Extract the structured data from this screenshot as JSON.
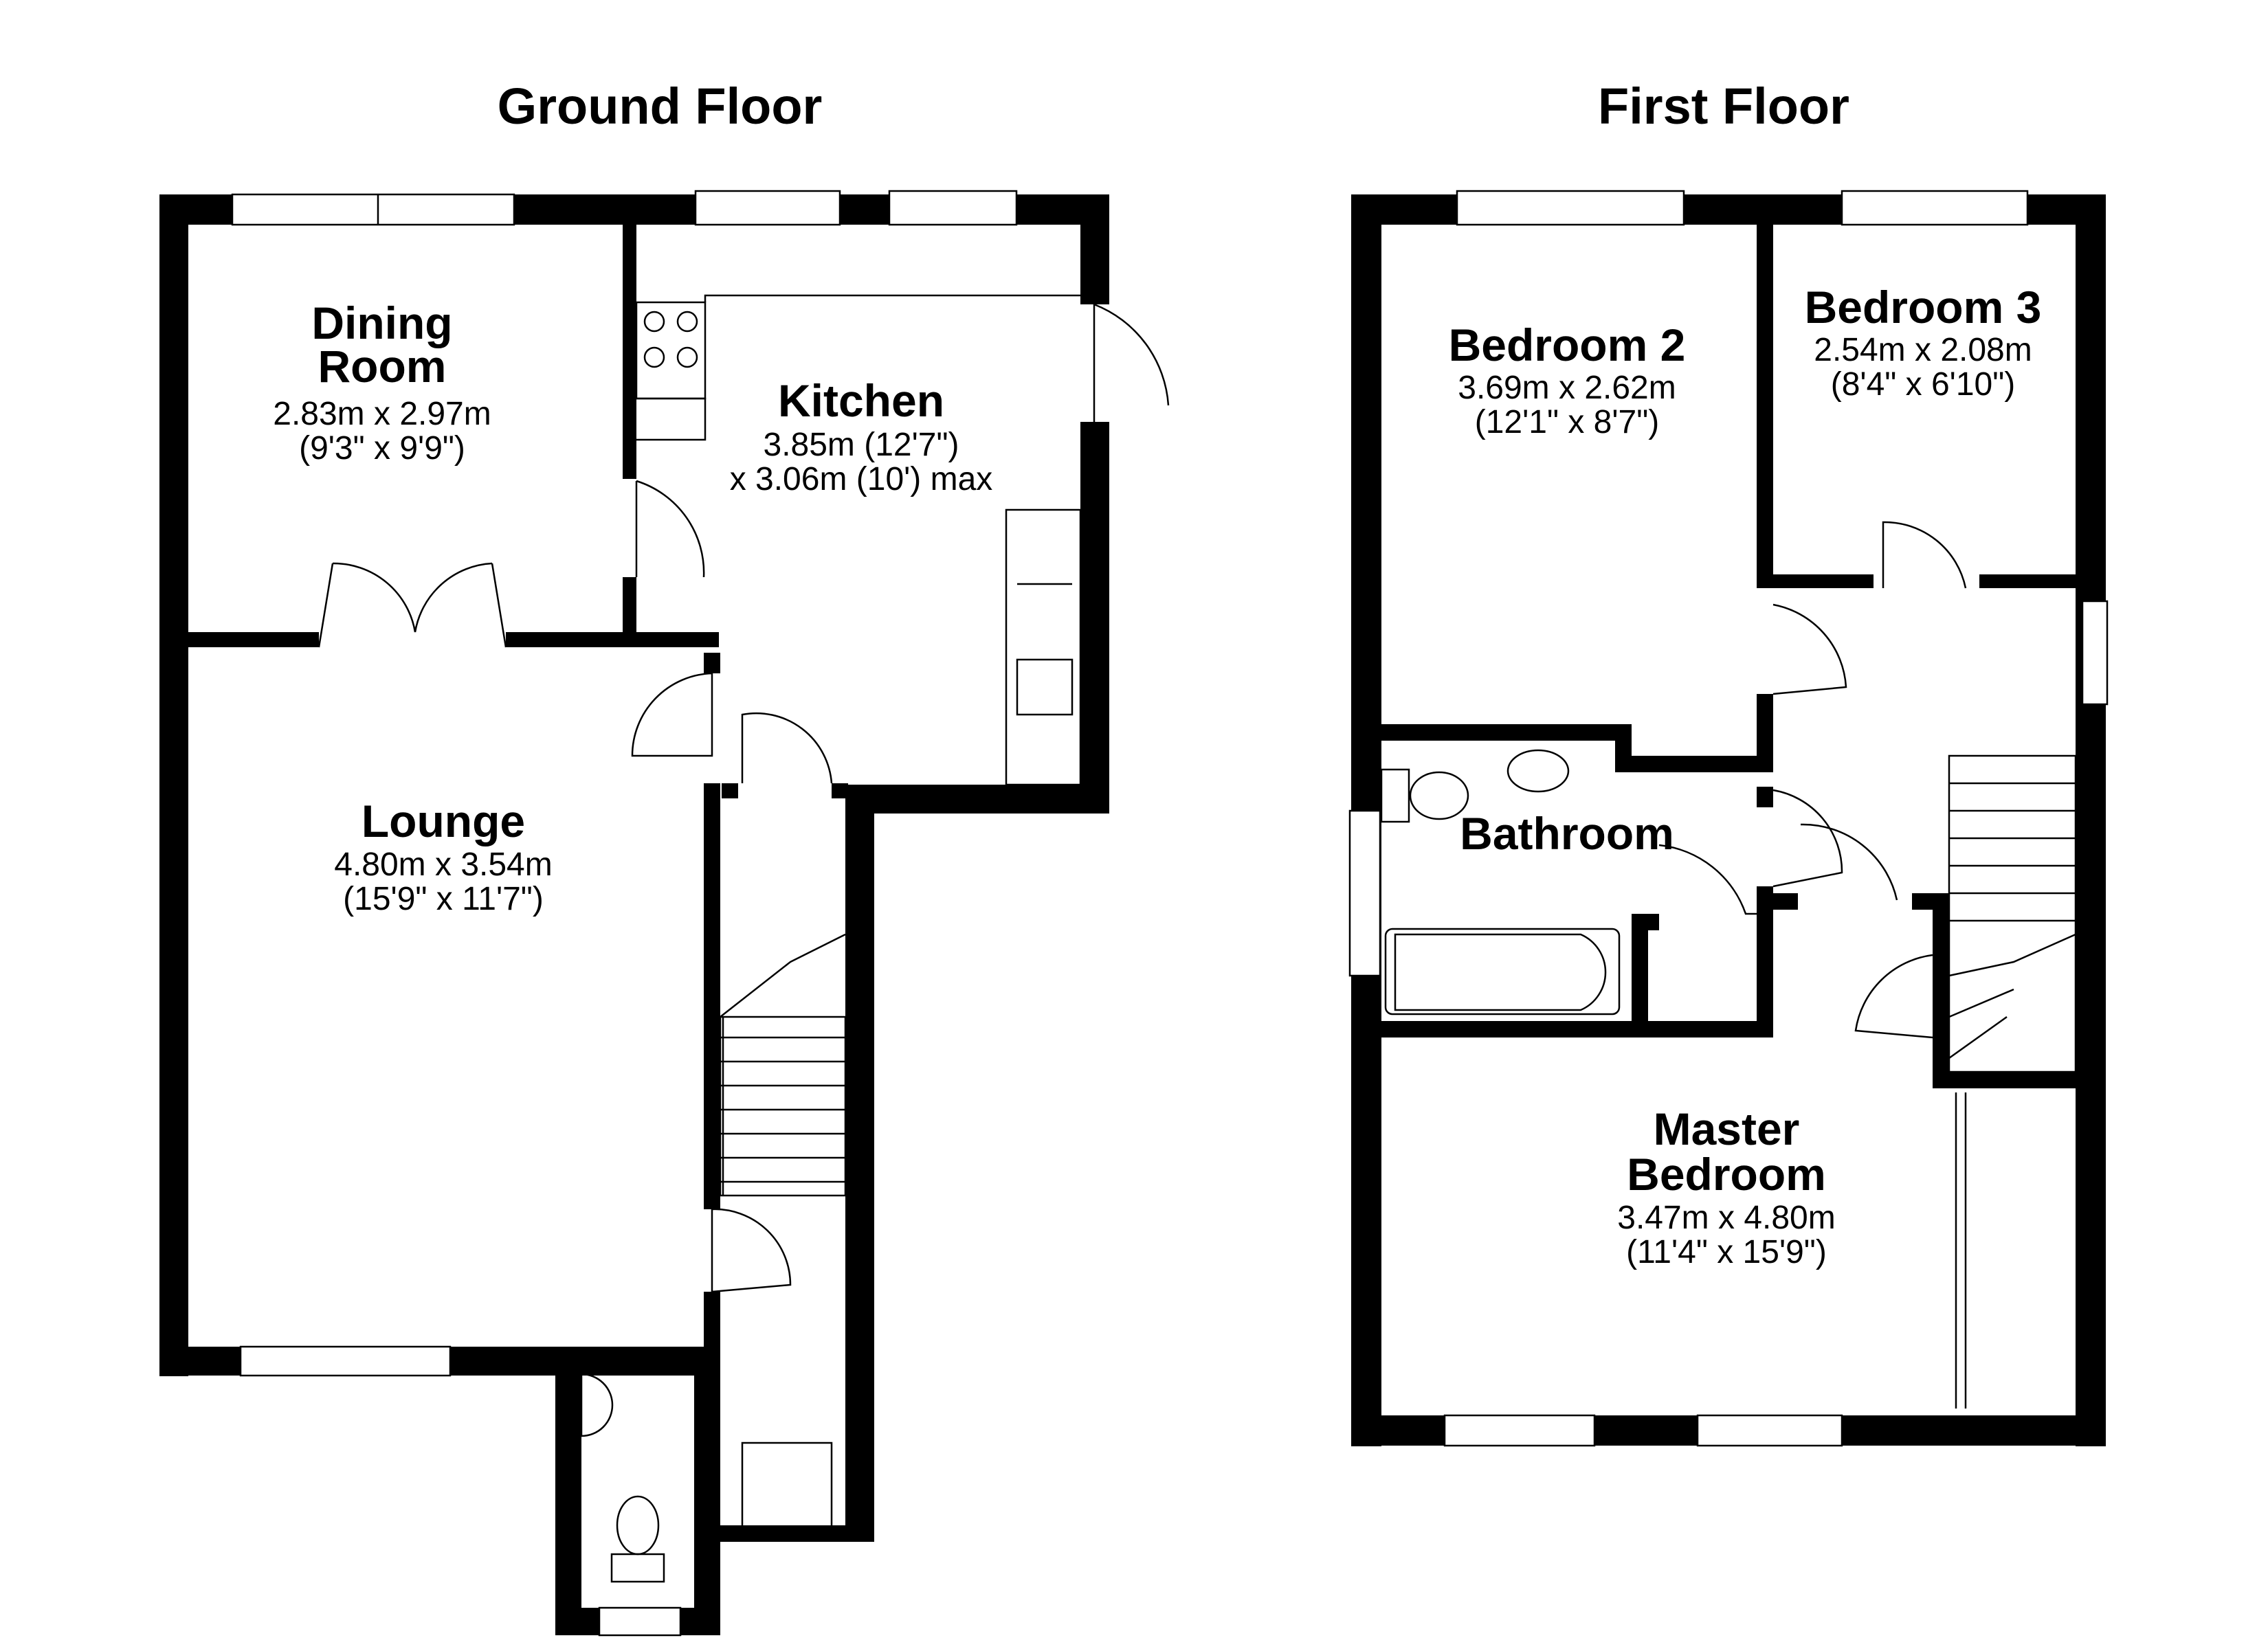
{
  "floors": [
    {
      "title": "Ground Floor",
      "rooms": [
        {
          "name_line1": "Dining",
          "name_line2": "Room",
          "metric": "2.83m x 2.97m",
          "imperial": "(9'3\" x 9'9\")"
        },
        {
          "name_line1": "Kitchen",
          "metric": "3.85m (12'7\")",
          "imperial": "x 3.06m (10') max"
        },
        {
          "name_line1": "Lounge",
          "metric": "4.80m x 3.54m",
          "imperial": "(15'9\" x 11'7\")"
        }
      ]
    },
    {
      "title": "First Floor",
      "rooms": [
        {
          "name_line1": "Bedroom 2",
          "metric": "3.69m x 2.62m",
          "imperial": "(12'1\" x 8'7\")"
        },
        {
          "name_line1": "Bedroom 3",
          "metric": "2.54m x 2.08m",
          "imperial": "(8'4\" x 6'10\")"
        },
        {
          "name_line1": "Bathroom"
        },
        {
          "name_line1": "Master",
          "name_line2": "Bedroom",
          "metric": "3.47m x 4.80m",
          "imperial": "(11'4\" x 15'9\")"
        }
      ]
    }
  ],
  "colors": {
    "wall": "#000000",
    "background": "#ffffff"
  }
}
